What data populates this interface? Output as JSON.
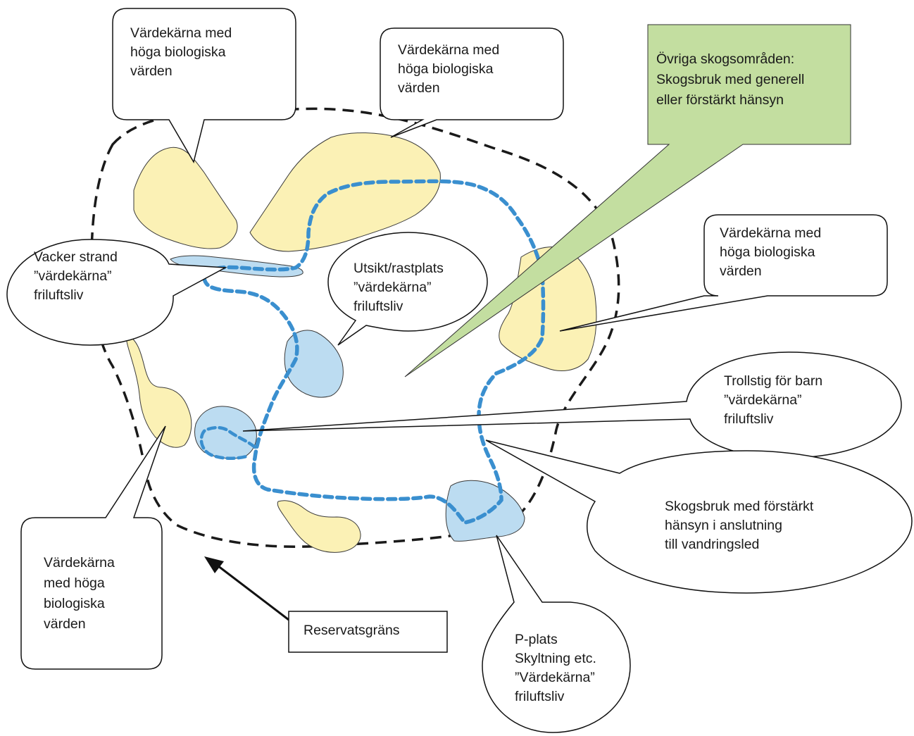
{
  "callouts": {
    "top_left": {
      "text": "Värdekärna med\nhöga biologiska\nvärden"
    },
    "top_center": {
      "text": "Värdekärna med\nhöga biologiska\nvärden"
    },
    "right": {
      "text": "Värdekärna med\nhöga biologiska\nvärden"
    },
    "bottom_left": {
      "text": "Värdekärna\nmed höga\nbiologiska\nvärden"
    },
    "other_forest": {
      "text": "Övriga skogsområden:\nSkogsbruk med generell\neller förstärkt hänsyn"
    },
    "beach": {
      "text": "Vacker strand\n”värdekärna”\nfriluftsliv"
    },
    "viewpoint": {
      "text": "Utsikt/rastplats\n”värdekärna”\nfriluftsliv"
    },
    "troll_path": {
      "text": "Trollstig för barn\n”värdekärna”\nfriluftsliv"
    },
    "forestry": {
      "text": "Skogsbruk med förstärkt\nhänsyn i anslutning\ntill vandringsled"
    },
    "parking": {
      "text": "P-plats\nSkyltning etc.\n”Värdekärna”\nfriluftsliv"
    },
    "boundary": {
      "text": "Reservatsgräns"
    }
  },
  "colors": {
    "biological_core": "#fbf1b5",
    "recreation_core": "#bcdcf1",
    "trail": "#3a8fcf",
    "boundary": "#1a1a1a",
    "other_forest_fill": "#c3dea0"
  }
}
